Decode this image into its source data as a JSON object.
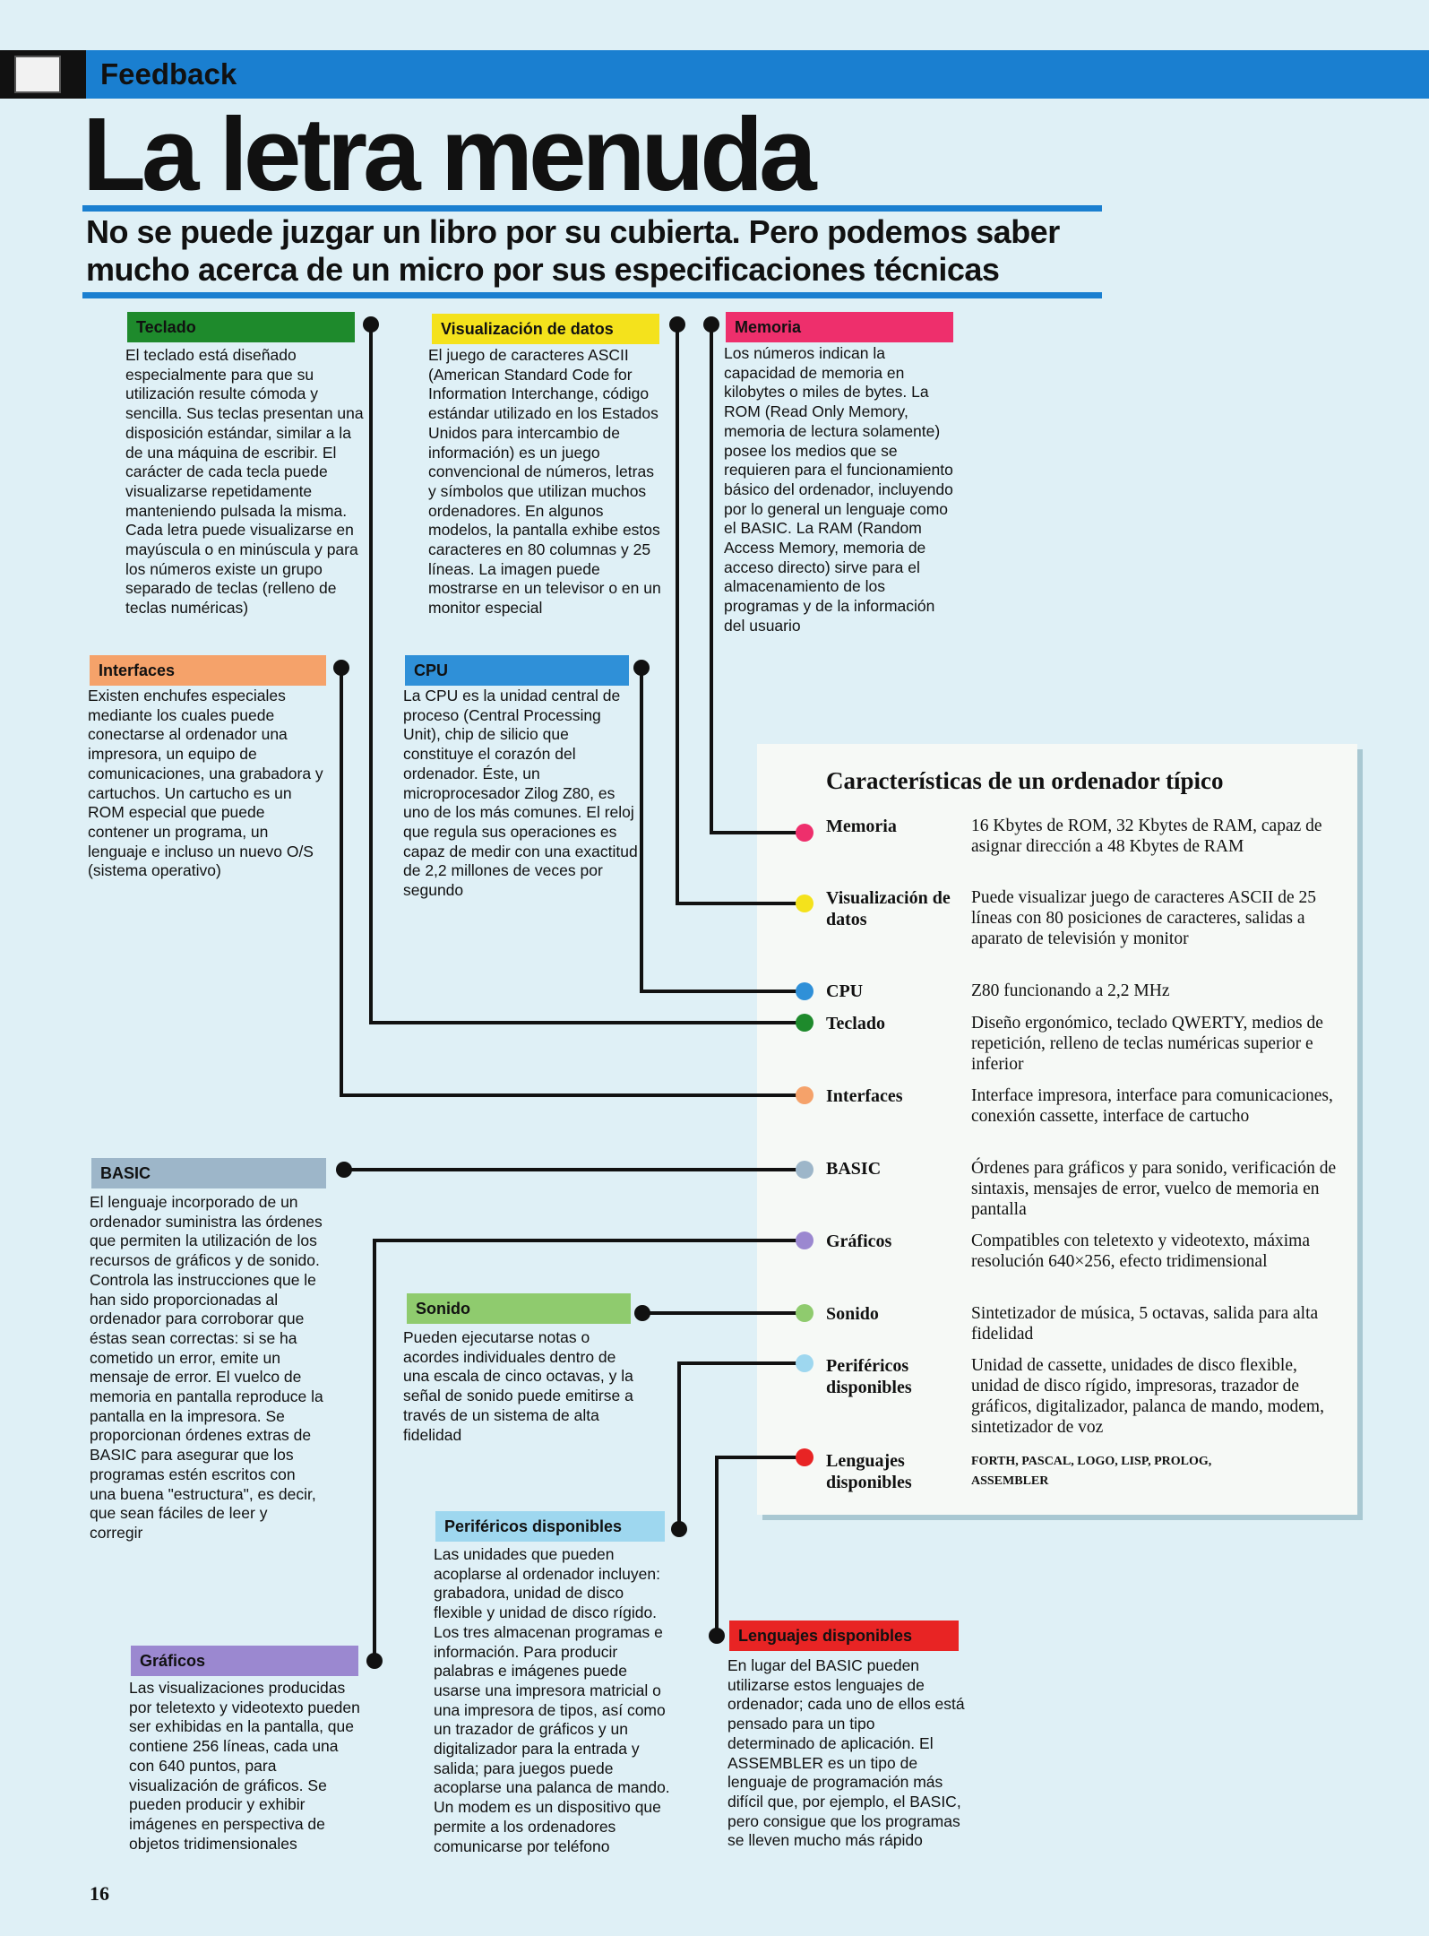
{
  "header": {
    "section": "Feedback",
    "title": "La letra menuda",
    "subtitle": "No se puede juzgar un libro por su cubierta. Pero podemos saber mucho acerca de un micro por sus especificaciones técnicas",
    "bar_color": "#1a7fd0",
    "icon": "terminal-icon"
  },
  "boxes": {
    "teclado": {
      "title": "Teclado",
      "color": "#1e8a2c",
      "text": "El teclado está diseñado especialmente para que su utilización resulte cómoda y sencilla. Sus teclas presentan una disposición estándar, similar a la de una máquina de escribir. El carácter de cada tecla puede visualizarse repetidamente manteniendo pulsada la misma. Cada letra puede visualizarse en mayúscula o en minúscula y para los números existe un grupo separado de teclas (relleno de teclas numéricas)"
    },
    "visualizacion": {
      "title": "Visualización de datos",
      "color": "#f4e21c",
      "text": "El juego de caracteres ASCII (American Standard Code for Information Interchange, código estándar utilizado en los Estados Unidos para intercambio de información) es un juego convencional de números, letras y símbolos que utilizan muchos ordenadores. En algunos modelos, la pantalla exhibe estos caracteres en 80 columnas y 25 líneas. La imagen puede mostrarse en un televisor o en un monitor especial"
    },
    "memoria": {
      "title": "Memoria",
      "color": "#ee2f6c",
      "text": "Los números indican la capacidad de memoria en kilobytes o miles de bytes. La ROM (Read Only Memory, memoria de lectura solamente) posee los medios que se requieren para el funcionamiento básico del ordenador, incluyendo por lo general un lenguaje como el BASIC. La RAM (Random Access Memory, memoria de acceso directo) sirve para el almacenamiento de los programas y de la información del usuario"
    },
    "interfaces": {
      "title": "Interfaces",
      "color": "#f5a26a",
      "text": "Existen enchufes especiales mediante los cuales puede conectarse al ordenador una impresora, un equipo de comunicaciones, una grabadora y cartuchos. Un cartucho es un ROM especial que puede contener un programa, un lenguaje e incluso un nuevo O/S (sistema operativo)"
    },
    "cpu": {
      "title": "CPU",
      "color": "#2f90d8",
      "text": "La CPU es la unidad central de proceso (Central Processing Unit), chip de silicio que constituye el corazón del ordenador. Éste, un microprocesador Zilog Z80, es uno de los más comunes. El reloj que regula sus operaciones es capaz de medir con una exactitud de 2,2 millones de veces por segundo"
    },
    "basic": {
      "title": "BASIC",
      "color": "#9db6c9",
      "text": "El lenguaje incorporado de un ordenador suministra las órdenes que permiten la utilización de los recursos de gráficos y de sonido. Controla las instrucciones que le han sido proporcionadas al ordenador para corroborar que éstas sean correctas: si se ha cometido un error, emite un mensaje de error. El vuelco de memoria en pantalla reproduce la pantalla en la impresora. Se proporcionan órdenes extras de BASIC para asegurar que los programas estén escritos con una buena \"estructura\", es decir, que sean fáciles de leer y corregir"
    },
    "sonido": {
      "title": "Sonido",
      "color": "#8fcb6e",
      "text": "Pueden ejecutarse notas o acordes individuales dentro de una escala de cinco octavas, y la señal de sonido puede emitirse a través de un sistema de alta fidelidad"
    },
    "perifericos": {
      "title": "Periféricos disponibles",
      "color": "#9ed7ef",
      "text": "Las unidades que pueden acoplarse al ordenador incluyen: grabadora, unidad de disco flexible y unidad de disco rígido. Los tres almacenan programas e información. Para producir palabras e imágenes puede usarse una impresora matricial o una impresora de tipos, así como un trazador de gráficos y un digitalizador para la entrada y salida; para juegos puede acoplarse una palanca de mando. Un modem es un dispositivo que permite a los ordenadores comunicarse por teléfono"
    },
    "graficos": {
      "title": "Gráficos",
      "color": "#9b88d0",
      "text": "Las visualizaciones producidas por teletexto y videotexto pueden ser exhibidas en la pantalla, que contiene 256 líneas, cada una con 640 puntos, para visualización de gráficos. Se pueden producir y exhibir imágenes en perspectiva de objetos tridimensionales"
    },
    "lenguajes": {
      "title": "Lenguajes disponibles",
      "color": "#e82424",
      "text": "En lugar del BASIC pueden utilizarse estos lenguajes de ordenador; cada uno de ellos está pensado para un tipo determinado de aplicación. El ASSEMBLER es un tipo de lenguaje de programación más difícil que, por ejemplo, el BASIC, pero consigue que los programas se lleven mucho más rápido"
    }
  },
  "panel": {
    "title": "Características de un ordenador típico",
    "rows": [
      {
        "label": "Memoria",
        "value": "16 Kbytes de ROM, 32 Kbytes de RAM, capaz de asignar dirección a 48 Kbytes de RAM",
        "dot": "#ee2f6c"
      },
      {
        "label": "Visualización de datos",
        "value": "Puede visualizar juego de caracteres ASCII de 25 líneas con 80 posiciones de caracteres, salidas a aparato de televisión y monitor",
        "dot": "#f4e21c"
      },
      {
        "label": "CPU",
        "value": "Z80 funcionando a 2,2 MHz",
        "dot": "#2f90d8"
      },
      {
        "label": "Teclado",
        "value": "Diseño ergonómico, teclado QWERTY, medios de repetición, relleno de teclas numéricas superior e inferior",
        "dot": "#1e8a2c"
      },
      {
        "label": "Interfaces",
        "value": "Interface impresora, interface para comunicaciones, conexión cassette, interface de cartucho",
        "dot": "#f5a26a"
      },
      {
        "label": "BASIC",
        "value": "Órdenes para gráficos y para sonido, verificación de sintaxis, mensajes de error, vuelco de memoria en pantalla",
        "dot": "#9db6c9"
      },
      {
        "label": "Gráficos",
        "value": "Compatibles con teletexto y videotexto, máxima resolución 640×256, efecto tridimensional",
        "dot": "#9b88d0"
      },
      {
        "label": "Sonido",
        "value": "Sintetizador de música, 5 octavas, salida para alta fidelidad",
        "dot": "#8fcb6e"
      },
      {
        "label": "Periféricos disponibles",
        "value": "Unidad de cassette, unidades de disco flexible, unidad de disco rígido, impresoras, trazador de gráficos, digitalizador, palanca de mando, modem, sintetizador de voz",
        "dot": "#9ed7ef"
      },
      {
        "label": "Lenguajes disponibles",
        "value": "FORTH, PASCAL, LOGO, LISP, PROLOG, ASSEMBLER",
        "dot": "#e82424"
      }
    ]
  },
  "page_number": "16"
}
